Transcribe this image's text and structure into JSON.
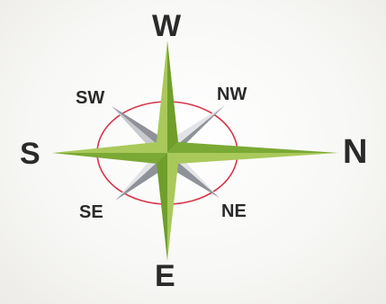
{
  "compass": {
    "top_label": "W",
    "bottom_label": "E",
    "left_label": "S",
    "right_label": "N",
    "upper_left_label": "SW",
    "upper_right_label": "NW",
    "lower_left_label": "SE",
    "lower_right_label": "NE"
  },
  "colors": {
    "main_point_light": "#9fc24a",
    "main_point_dark": "#6a9a25",
    "minor_point_light": "#d8d9dd",
    "minor_point_dark": "#8f9298",
    "ring": "#d8344a",
    "text": "#2a2a2a"
  }
}
